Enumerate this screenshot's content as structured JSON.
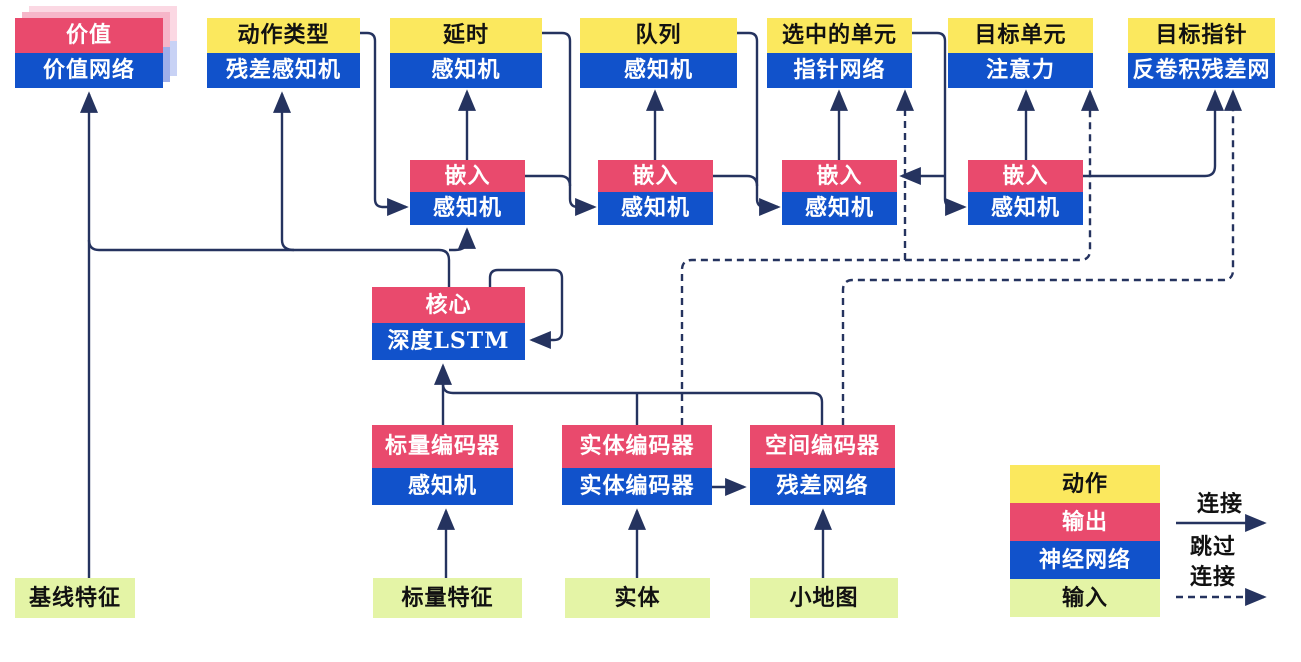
{
  "diagram": {
    "title": "agent-architecture-diagram",
    "heads": [
      {
        "top": "价值",
        "bottom": "价值网络"
      },
      {
        "top": "动作类型",
        "bottom": "残差感知机"
      },
      {
        "top": "延时",
        "bottom": "感知机"
      },
      {
        "top": "队列",
        "bottom": "感知机"
      },
      {
        "top": "选中的单元",
        "bottom": "指针网络"
      },
      {
        "top": "目标单元",
        "bottom": "注意力"
      },
      {
        "top": "目标指针",
        "bottom": "反卷积残差网"
      }
    ],
    "embeds": [
      {
        "top": "嵌入",
        "bottom": "感知机"
      },
      {
        "top": "嵌入",
        "bottom": "感知机"
      },
      {
        "top": "嵌入",
        "bottom": "感知机"
      },
      {
        "top": "嵌入",
        "bottom": "感知机"
      }
    ],
    "core": {
      "top": "核心",
      "bottom": "深度LSTM"
    },
    "encoders": [
      {
        "top": "标量编码器",
        "bottom": "感知机"
      },
      {
        "top": "实体编码器",
        "bottom": "实体编码器"
      },
      {
        "top": "空间编码器",
        "bottom": "残差网络"
      }
    ],
    "inputs": [
      "基线特征",
      "标量特征",
      "实体",
      "小地图"
    ],
    "legend": {
      "rows": [
        {
          "label": "动作",
          "type": "action"
        },
        {
          "label": "输出",
          "type": "output"
        },
        {
          "label": "神经网络",
          "type": "network"
        },
        {
          "label": "输入",
          "type": "input"
        }
      ],
      "solid_label": "连接",
      "skip_line1": "跳过",
      "skip_line2": "连接"
    },
    "colors": {
      "yellow": "#FBE85E",
      "red": "#E94A6D",
      "blue": "#1152CB",
      "green": "#E4F4A6",
      "line": "#25335F",
      "ink": "#111111",
      "white_text": "#FFFFFF",
      "shadow1_top": "#F6B6C9",
      "shadow1_bottom": "#9FAFEA",
      "shadow2_top": "#FBD8E3",
      "shadow2_bottom": "#C8D2F5"
    }
  }
}
